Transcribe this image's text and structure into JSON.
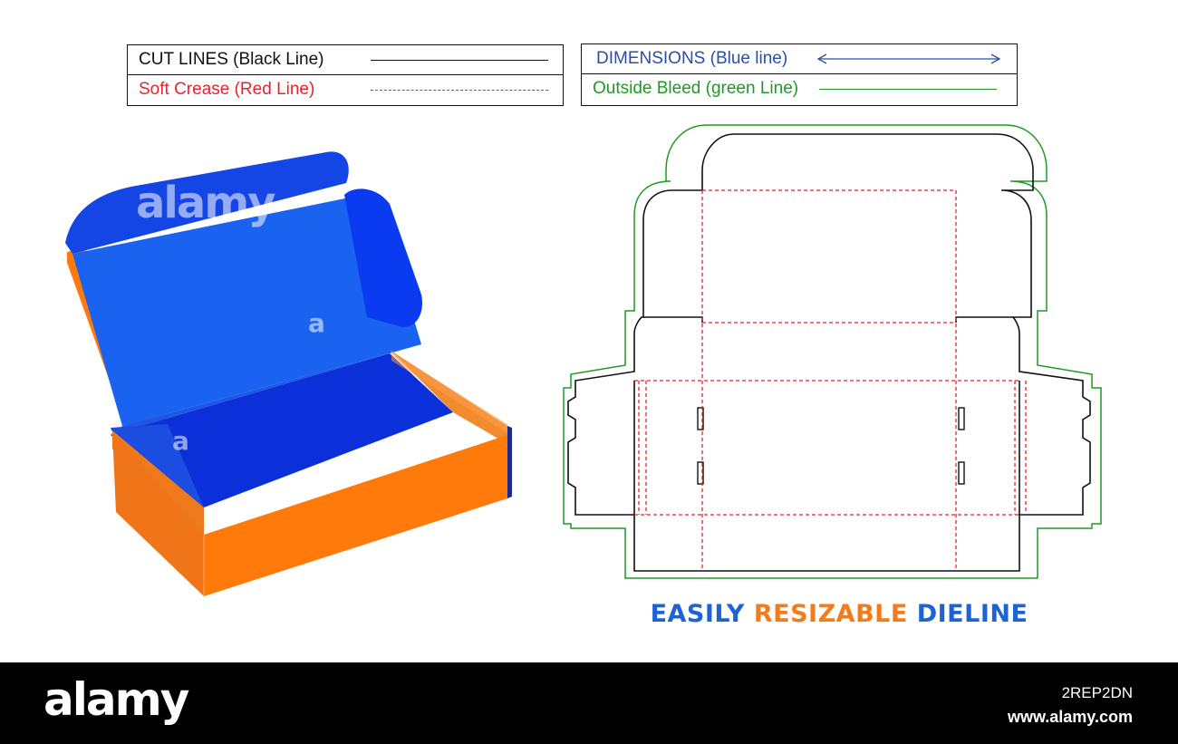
{
  "legend": {
    "cut_lines": "CUT LINES (Black Line)",
    "soft_crease": "Soft Crease (Red Line)",
    "dimensions": "DIMENSIONS (Blue line)",
    "outside_bleed": "Outside Bleed (green Line)"
  },
  "colors": {
    "cut": "#111111",
    "crease": "#e8232a",
    "dimension": "#2a4fa8",
    "bleed": "#1f9a24",
    "box_blue": "#1446e6",
    "box_orange": "#ff7a0a"
  },
  "tagline": {
    "word1": "EASILY",
    "word2": "RESIZABLE",
    "word3": "DIELINE",
    "color1": "#1d63d6",
    "color2": "#f57a1a",
    "color3": "#1d63d6"
  },
  "watermark": {
    "main": "alamy",
    "small": "a"
  },
  "footer": {
    "brand": "alamy",
    "image_id": "2REP2DN",
    "site": "www.alamy.com"
  }
}
